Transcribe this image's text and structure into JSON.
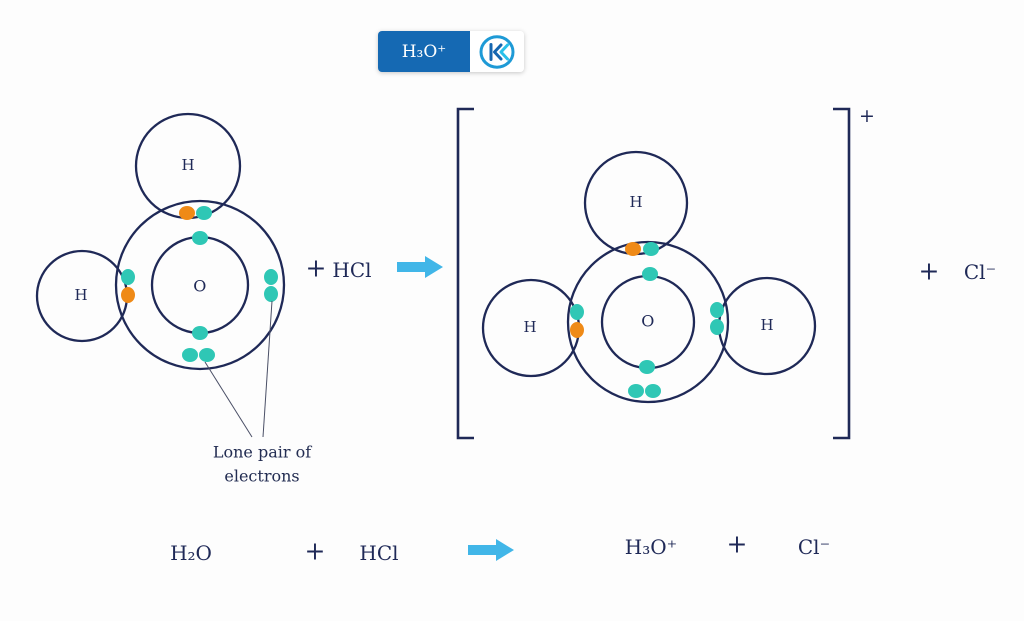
{
  "colors": {
    "navy": "#1f2957",
    "teal": "#2fc7b5",
    "orange": "#ef8a17",
    "arrow_blue": "#41b6e8",
    "badge_blue": "#1569b3",
    "background": "#fdfdfd"
  },
  "header": {
    "formula": "H₃O⁺"
  },
  "diagram": {
    "water": {
      "oxygen": "O",
      "hydrogen_top": "H",
      "hydrogen_left": "H"
    },
    "plus_reactants": "+",
    "hcl": "HCl",
    "hydronium": {
      "oxygen": "O",
      "hydrogen_top": "H",
      "hydrogen_left": "H",
      "hydrogen_right": "H",
      "charge": "+"
    },
    "plus_products": "+",
    "chloride": "Cl⁻",
    "annotation": {
      "line1": "Lone pair of",
      "line2": "electrons"
    }
  },
  "equation": {
    "h2o": "H₂O",
    "plus1": "+",
    "hcl": "HCl",
    "h3o": "H₃O⁺",
    "plus2": "+",
    "cl": "Cl⁻"
  }
}
